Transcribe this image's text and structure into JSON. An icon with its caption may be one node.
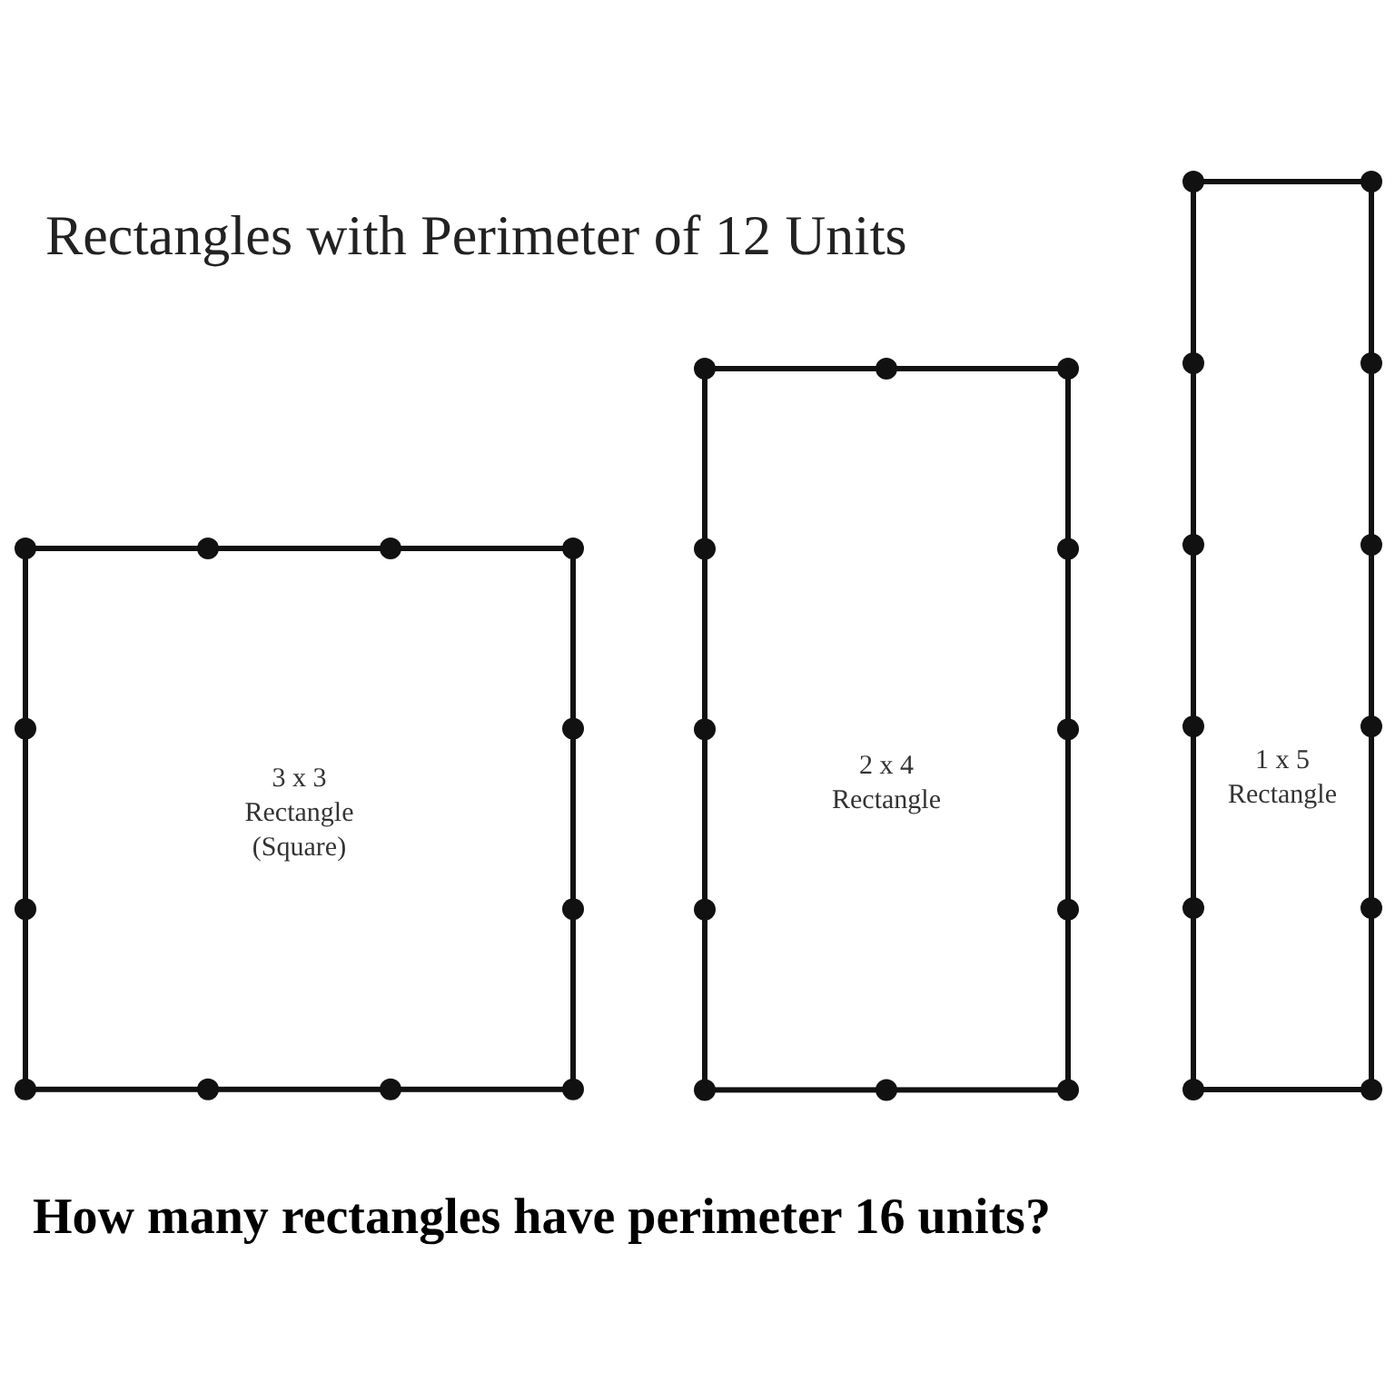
{
  "diagram": {
    "title": "Rectangles with Perimeter of 12 Units",
    "caption": "How many rectangles have perimeter 16 units?",
    "nodes": [
      {
        "text": [
          "3 x 3",
          "Rectangle",
          "(Square)"
        ]
      },
      {
        "text": [
          "2 x 4",
          "Rectangle"
        ]
      },
      {
        "text": [
          "1 x 5",
          "Rectangle"
        ]
      }
    ]
  }
}
